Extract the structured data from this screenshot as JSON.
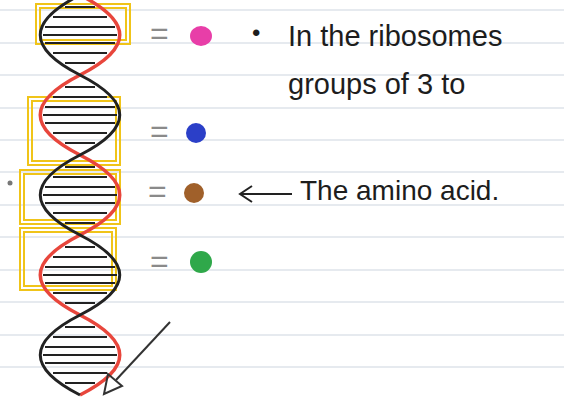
{
  "diagram": {
    "labels": [
      "=",
      "•",
      "In the ribosomes groups of 3 to",
      "=",
      "=",
      "The amino acid.",
      "="
    ]
  }
}
